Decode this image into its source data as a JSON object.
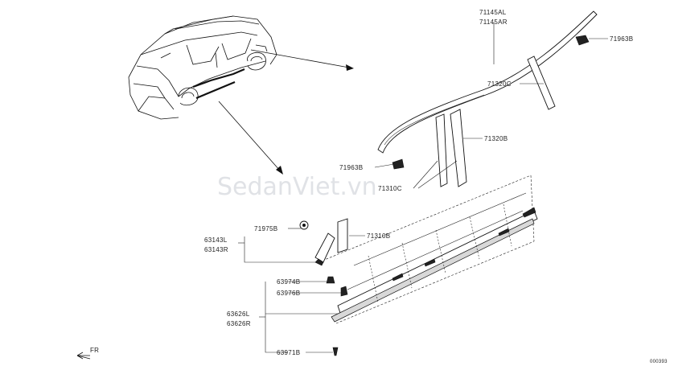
{
  "diagram": {
    "watermark": "SedanViet.vn",
    "figure_code": "000393",
    "fr_label": "FR",
    "callouts": {
      "molding_l": "71145AL",
      "molding_r": "71145AR",
      "clip_top": "71963B",
      "pillar_c": "71320C",
      "pillar_b": "71320B",
      "clip_mid": "71963B",
      "tape": "71310C",
      "clip_small": "71975B",
      "garnish": "71310B",
      "mirror_l": "63143L",
      "mirror_r": "63143R",
      "clip_a": "63974B",
      "clip_b": "63976B",
      "sill_l": "63626L",
      "sill_r": "63626R",
      "screw": "63971B"
    }
  }
}
